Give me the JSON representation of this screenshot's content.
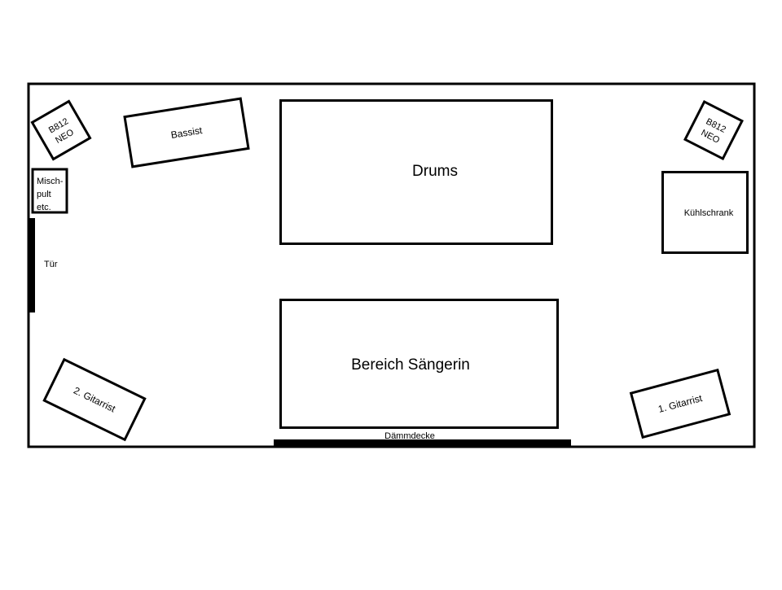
{
  "diagram": {
    "drums": "Drums",
    "singer_area": "Bereich Sängerin",
    "bassist": "Bassist",
    "speaker_left": [
      "B812",
      "NEO"
    ],
    "speaker_right": [
      "B812",
      "NEO"
    ],
    "mixer": [
      "Misch-",
      "pult",
      "etc."
    ],
    "door": "Tür",
    "fridge": "Kühlschrank",
    "guitarist_2": "2. Gitarrist",
    "guitarist_1": "1. Gitarrist",
    "insulation_blanket": "Dämmdecke"
  }
}
